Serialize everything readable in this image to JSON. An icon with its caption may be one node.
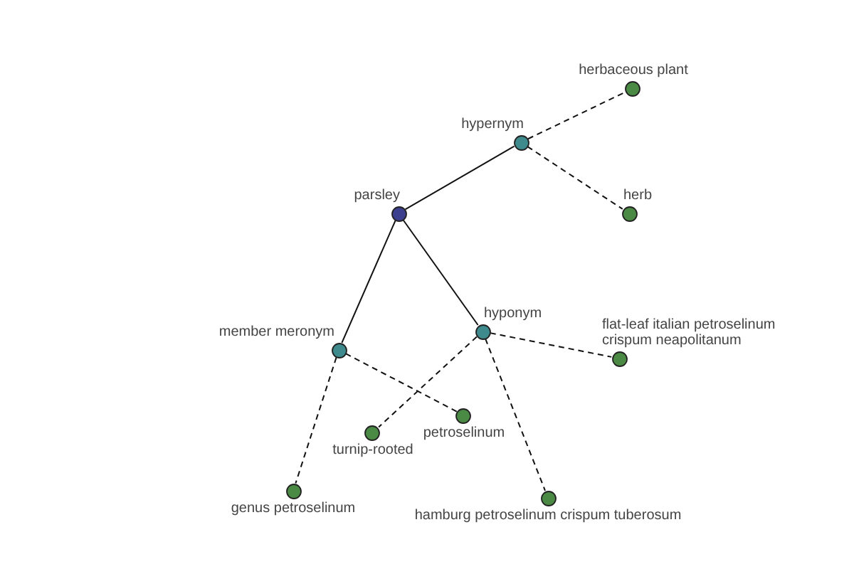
{
  "diagram": {
    "nodes": [
      {
        "text": [
          "parsley"
        ]
      },
      {
        "text": [
          "hypernym"
        ]
      },
      {
        "text": [
          "herbaceous plant"
        ]
      },
      {
        "text": [
          "herb"
        ]
      },
      {
        "text": [
          "member meronym"
        ]
      },
      {
        "text": [
          "hyponym"
        ]
      },
      {
        "text": [
          "genus petroselinum"
        ]
      },
      {
        "text": [
          "turnip-rooted"
        ]
      },
      {
        "text": [
          "petroselinum"
        ]
      },
      {
        "text": [
          "hamburg petroselinum crispum tuberosum"
        ]
      },
      {
        "text": [
          "flat-leaf italian petroselinum crispum neapolitanum"
        ]
      }
    ],
    "edges": [
      {
        "from": 0,
        "to": 1,
        "arrow": "none"
      },
      {
        "from": 0,
        "to": 4,
        "arrow": "none"
      },
      {
        "from": 0,
        "to": 5,
        "arrow": "none"
      },
      {
        "from": 1,
        "to": 2,
        "arrow": "none",
        "style": "dashed"
      },
      {
        "from": 1,
        "to": 3,
        "arrow": "none",
        "style": "dashed"
      },
      {
        "from": 4,
        "to": 6,
        "arrow": "none",
        "style": "dashed"
      },
      {
        "from": 4,
        "to": 8,
        "arrow": "none",
        "style": "dashed"
      },
      {
        "from": 5,
        "to": 7,
        "arrow": "none",
        "style": "dashed"
      },
      {
        "from": 5,
        "to": 9,
        "arrow": "none",
        "style": "dashed"
      },
      {
        "from": 5,
        "to": 10,
        "arrow": "none",
        "style": "dashed"
      }
    ]
  }
}
